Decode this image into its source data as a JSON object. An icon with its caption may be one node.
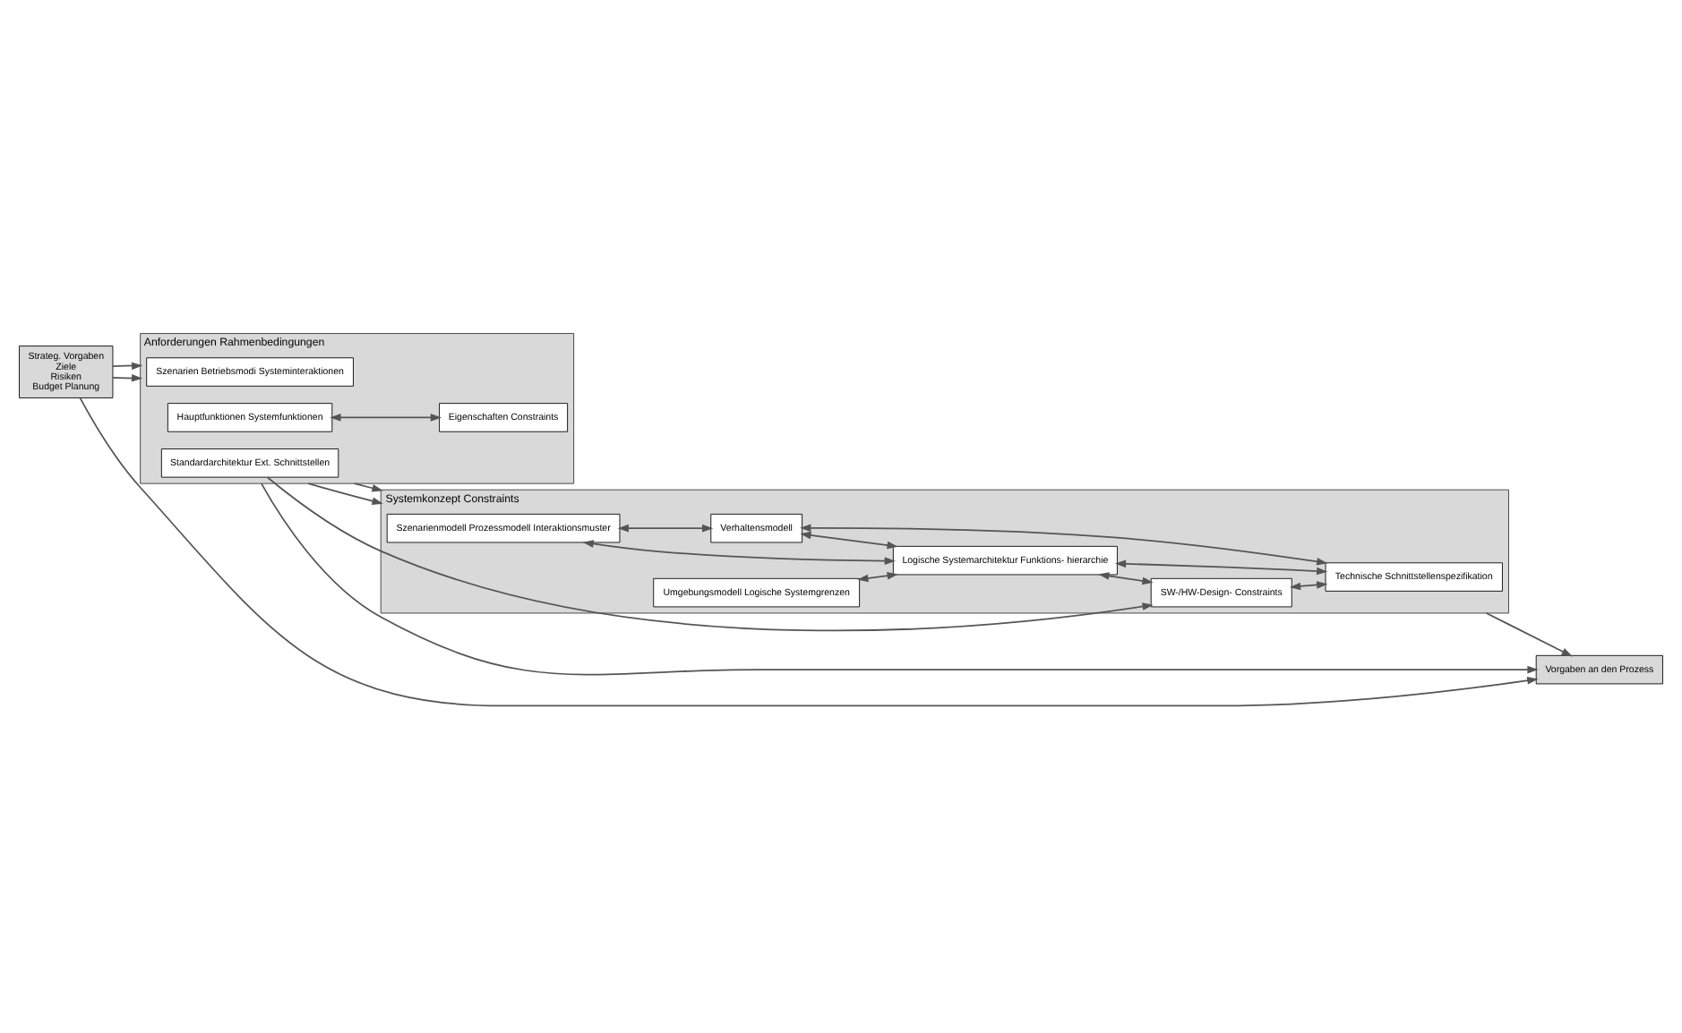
{
  "diagram": {
    "nodes": [
      {
        "text": [
          "Strateg. Vorgaben",
          "Ziele",
          "Risiken",
          "Budget Planung"
        ]
      },
      {
        "text": [
          "Anforderungen Rahmenbedingungen"
        ]
      },
      {
        "text": [
          "Szenarien Betriebsmodi Systeminteraktionen"
        ],
        "in": 1
      },
      {
        "text": [
          "Hauptfunktionen Systemfunktionen"
        ],
        "in": 1
      },
      {
        "text": [
          "Eigenschaften Constraints"
        ],
        "in": 1
      },
      {
        "text": [
          "Standardarchitektur Ext. Schnittstellen"
        ],
        "in": 1
      },
      {
        "text": [
          "Systemkonzept Constraints"
        ]
      },
      {
        "text": [
          "Szenarienmodell Prozessmodell Interaktionsmuster"
        ],
        "in": 6
      },
      {
        "text": [
          "Verhaltensmodell"
        ],
        "in": 6
      },
      {
        "text": [
          "Logische Systemarchitektur Funktions- hierarchie"
        ],
        "in": 6
      },
      {
        "text": [
          "Umgebungsmodell Logische Systemgrenzen"
        ],
        "in": 6
      },
      {
        "text": [
          "SW-/HW-Design- Constraints"
        ],
        "in": 6
      },
      {
        "text": [
          "Technische Schnittstellenspezifikation"
        ],
        "in": 6
      },
      {
        "text": [
          "Vorgaben an den Prozess"
        ]
      }
    ],
    "edges": [
      {
        "from": 0,
        "to": 1,
        "arrow": "to"
      },
      {
        "from": 0,
        "to": 1,
        "arrow": "to"
      },
      {
        "from": 0,
        "to": 13,
        "arrow": "to"
      },
      {
        "from": 3,
        "to": 4,
        "arrow": "both"
      },
      {
        "from": 1,
        "to": 6,
        "arrow": "to"
      },
      {
        "from": 1,
        "to": 6,
        "arrow": "to"
      },
      {
        "from": 5,
        "to": 11,
        "arrow": "to"
      },
      {
        "from": 7,
        "to": 8,
        "arrow": "both"
      },
      {
        "from": 7,
        "to": 9,
        "arrow": "both"
      },
      {
        "from": 10,
        "to": 9,
        "arrow": "both"
      },
      {
        "from": 8,
        "to": 9,
        "arrow": "both"
      },
      {
        "from": 9,
        "to": 11,
        "arrow": "both"
      },
      {
        "from": 8,
        "to": 12,
        "arrow": "both"
      },
      {
        "from": 9,
        "to": 12,
        "arrow": "both"
      },
      {
        "from": 11,
        "to": 12,
        "arrow": "both"
      },
      {
        "from": 1,
        "to": 13,
        "arrow": "to"
      },
      {
        "from": 6,
        "to": 13,
        "arrow": "to"
      }
    ]
  }
}
